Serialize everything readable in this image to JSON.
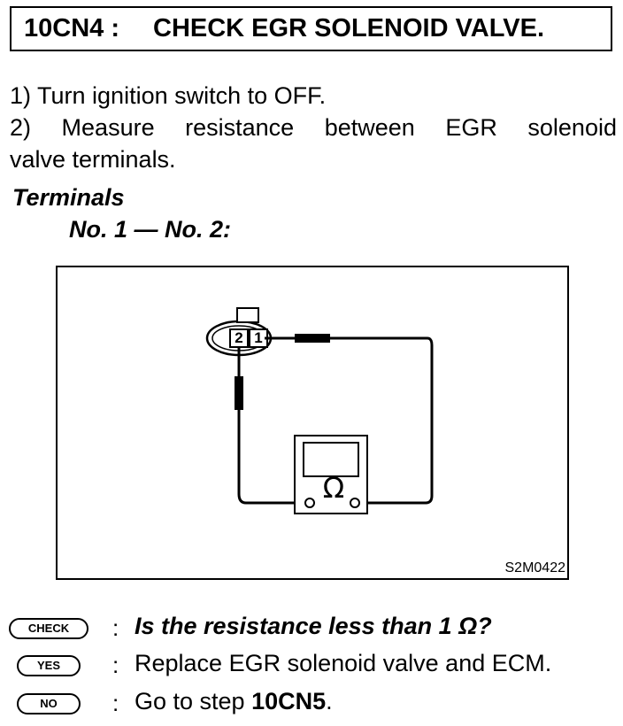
{
  "header": {
    "step_code": "10CN4 :",
    "title": "CHECK EGR SOLENOID VALVE."
  },
  "instructions": {
    "step1": "1) Turn ignition switch to OFF.",
    "step2_words": [
      "2)",
      "Measure",
      "resistance",
      "between",
      "EGR",
      "solenoid"
    ],
    "step2_line2": "valve terminals."
  },
  "terminals": {
    "heading": "Terminals",
    "spec": "No. 1 — No. 2:"
  },
  "figure": {
    "terminal_2": "2",
    "terminal_1": "1",
    "meter_symbol": "Ω",
    "figure_id": "S2M0422"
  },
  "check": {
    "badge": "CHECK",
    "colon": ":",
    "question": "Is the resistance less than 1 Ω?"
  },
  "yes": {
    "badge": "YES",
    "colon": ":",
    "text": "Replace EGR solenoid valve and ECM."
  },
  "no": {
    "badge": "NO",
    "colon": ":",
    "text_prefix": "Go to step ",
    "step_ref": "10CN5",
    "text_suffix": "."
  }
}
